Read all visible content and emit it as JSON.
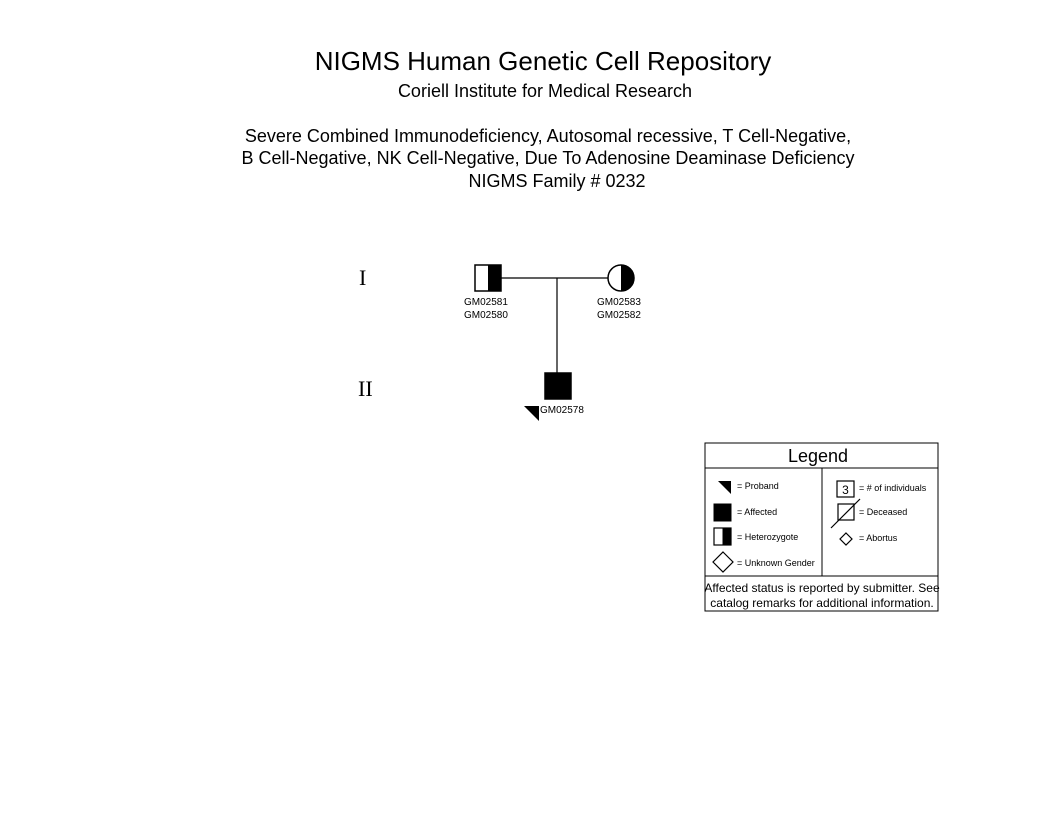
{
  "header": {
    "title": "NIGMS Human Genetic Cell Repository",
    "institute": "Coriell Institute for Medical Research",
    "disease_line1": "Severe Combined Immunodeficiency, Autosomal recessive, T Cell-Negative,",
    "disease_line2": "B Cell-Negative, NK Cell-Negative, Due To Adenosine Deaminase Deficiency",
    "family": "NIGMS Family # 0232"
  },
  "pedigree": {
    "generations": [
      {
        "label": "I"
      },
      {
        "label": "II"
      }
    ],
    "individuals": [
      {
        "sex": "male",
        "status": "heterozygote",
        "ids": [
          "GM02581",
          "GM02580"
        ]
      },
      {
        "sex": "female",
        "status": "heterozygote",
        "ids": [
          "GM02583",
          "GM02582"
        ]
      },
      {
        "sex": "male",
        "status": "affected",
        "proband": true,
        "ids": [
          "GM02578"
        ]
      }
    ]
  },
  "legend": {
    "title": "Legend",
    "items": {
      "proband": "= Proband",
      "affected": "= Affected",
      "heterozygote": "= Heterozygote",
      "unknown_gender": "= Unknown Gender",
      "count_number": "3",
      "count": "= # of individuals",
      "deceased": "= Deceased",
      "abortus": "= Abortus"
    },
    "note_line1": "Affected status is reported by submitter.  See",
    "note_line2": "catalog remarks for additional information."
  }
}
